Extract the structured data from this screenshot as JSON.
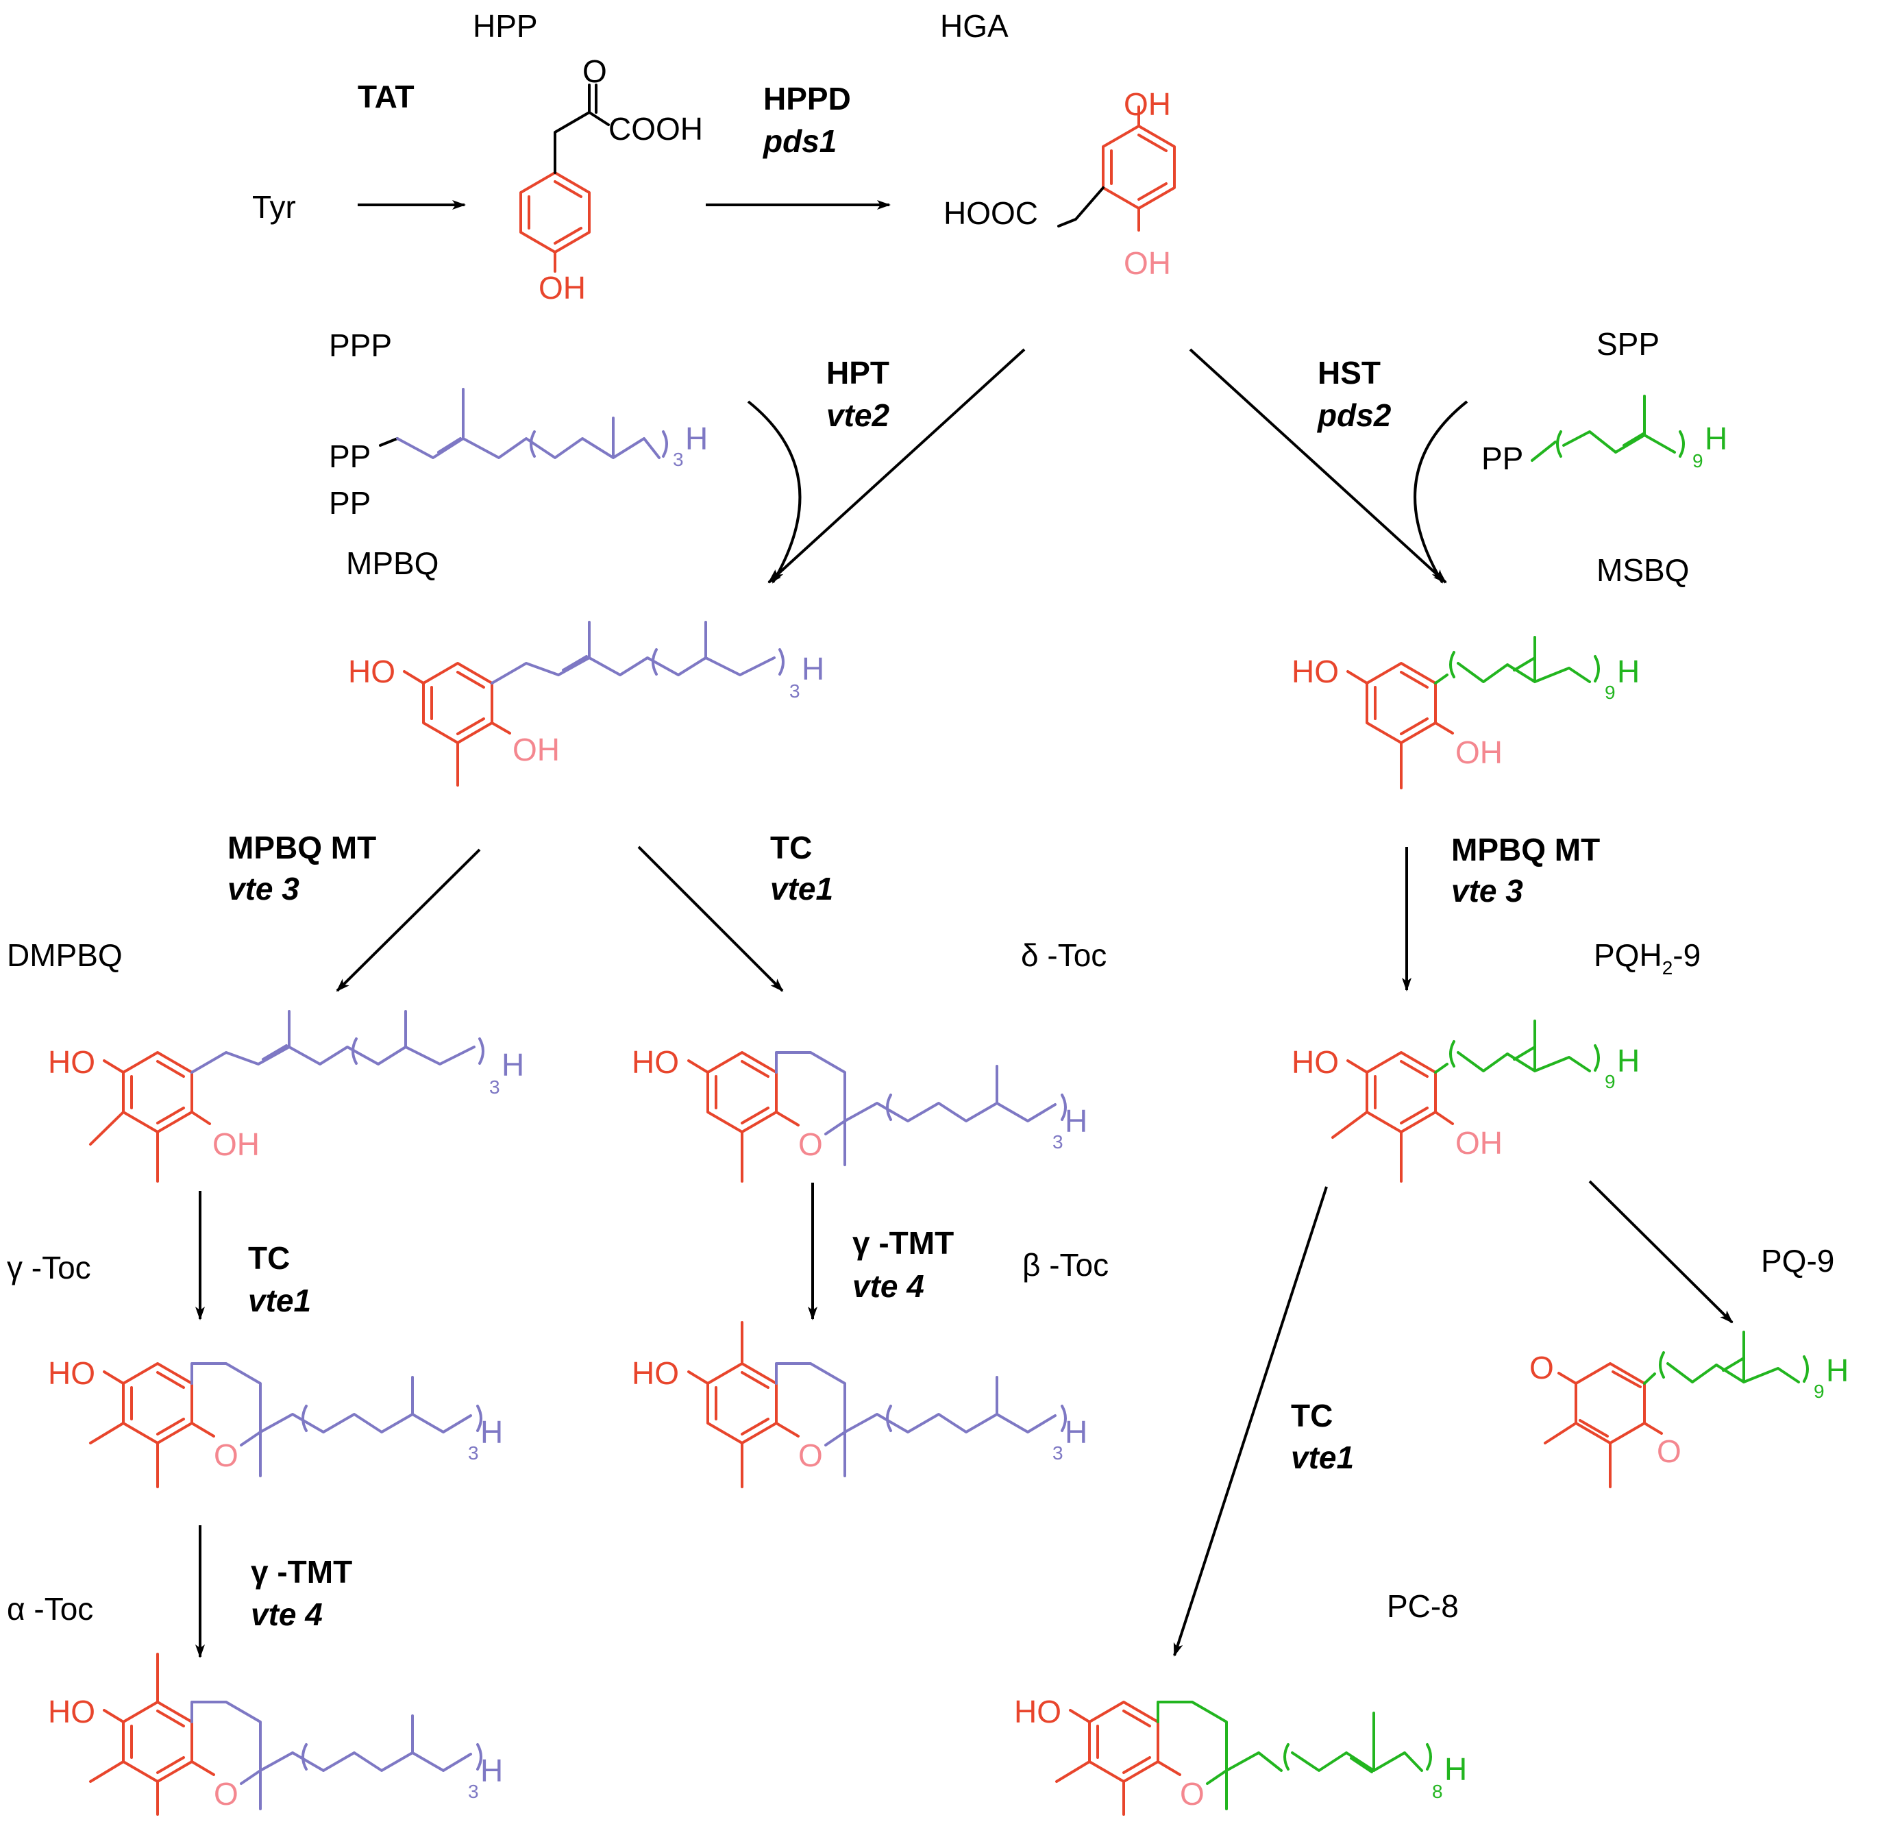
{
  "compounds": {
    "tyr": "Tyr",
    "hpp": "HPP",
    "hga": "HGA",
    "ppp": "PPP",
    "spp": "SPP",
    "mpbq": "MPBQ",
    "msbq": "MSBQ",
    "dmpbq": "DMPBQ",
    "delta_toc": "δ -Toc",
    "pqh2_9_prefix": "PQH",
    "pqh2_9_sub": "2",
    "pqh2_9_suffix": "-9",
    "gamma_toc": "γ -Toc",
    "beta_toc": "β -Toc",
    "pq9": "PQ-9",
    "alpha_toc": "α -Toc",
    "pc8": "PC-8"
  },
  "enzymes": {
    "tat": "TAT",
    "hppd": "HPPD",
    "pds1": "pds1",
    "hpt": "HPT",
    "vte2": "vte2",
    "hst": "HST",
    "pds2": "pds2",
    "mpbq_mt_left": "MPBQ MT",
    "vte3_left": "vte 3",
    "tc_mid": "TC",
    "vte1_mid": "vte1",
    "mpbq_mt_right": "MPBQ MT",
    "vte3_right": "vte 3",
    "tc_left": "TC",
    "vte1_left": "vte1",
    "gtmt_mid": "γ -TMT",
    "vte4_mid": "vte 4",
    "tc_right": "TC",
    "vte1_right": "vte1",
    "gtmt_left": "γ -TMT",
    "vte4_left": "vte 4"
  },
  "atoms": {
    "o": "O",
    "cooh": "COOH",
    "oh": "OH",
    "hooc": "HOOC",
    "ho": "HO",
    "pp": "PP",
    "h": "H",
    "n3": "3",
    "n9": "9",
    "n8": "8"
  },
  "colors": {
    "aromatic_ring": "#e8452c",
    "hydroxyl_light": "#f4878f",
    "phytyl_chain": "#7e78c4",
    "solanesyl_chain": "#22b51f"
  }
}
